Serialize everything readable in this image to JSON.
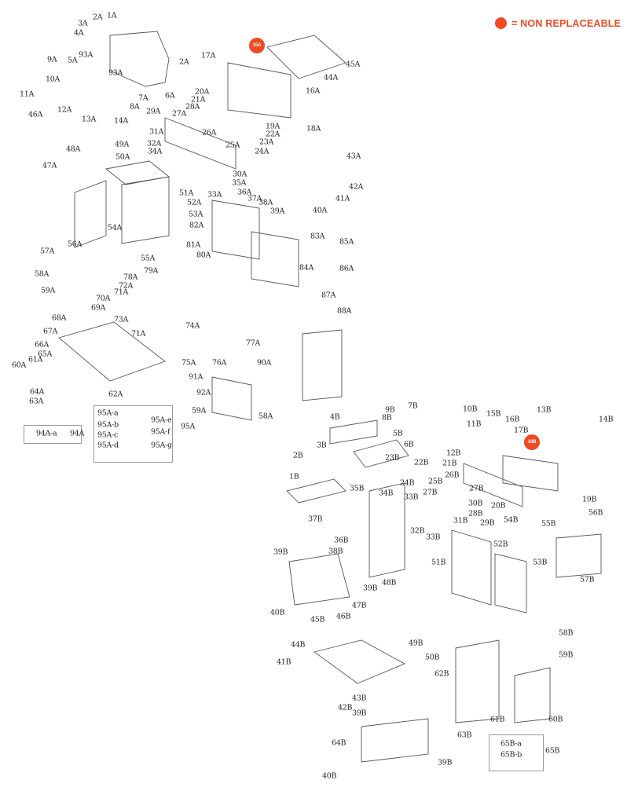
{
  "legend": {
    "text": "= NON REPLACEABLE",
    "color": "#f04a24"
  },
  "non_replaceable": [
    "15A",
    "18B"
  ],
  "labels": [
    "1A",
    "2A",
    "3A",
    "4A",
    "93A",
    "5A",
    "9A",
    "93A",
    "2A",
    "10A",
    "11A",
    "12A",
    "13A",
    "14A",
    "8A",
    "7A",
    "6A",
    "46A",
    "48A",
    "47A",
    "49A",
    "50A",
    "17A",
    "45A",
    "44A",
    "16A",
    "20A",
    "21A",
    "28A",
    "27A",
    "29A",
    "19A",
    "22A",
    "18A",
    "26A",
    "23A",
    "25A",
    "24A",
    "31A",
    "32A",
    "34A",
    "30A",
    "43A",
    "35A",
    "36A",
    "37A",
    "38A",
    "42A",
    "41A",
    "39A",
    "40A",
    "33A",
    "51A",
    "52A",
    "53A",
    "54A",
    "82A",
    "83A",
    "56A",
    "57A",
    "81A",
    "80A",
    "55A",
    "85A",
    "84A",
    "86A",
    "58A",
    "78A",
    "79A",
    "72A",
    "71A",
    "70A",
    "59A",
    "87A",
    "69A",
    "73A",
    "88A",
    "68A",
    "74A",
    "71A",
    "67A",
    "77A",
    "66A",
    "65A",
    "61A",
    "75A",
    "76A",
    "90A",
    "60A",
    "91A",
    "64A",
    "92A",
    "62A",
    "63A",
    "59A",
    "58A",
    "95A",
    "94A",
    "9B",
    "7B",
    "10B",
    "8B",
    "4B",
    "15B",
    "13B",
    "14B",
    "11B",
    "16B",
    "5B",
    "3B",
    "6B",
    "17B",
    "12B",
    "2B",
    "23B",
    "22B",
    "21B",
    "1B",
    "25B",
    "26B",
    "27B",
    "27B",
    "24B",
    "35B",
    "34B",
    "33B",
    "30B",
    "20B",
    "28B",
    "29B",
    "31B",
    "19B",
    "56B",
    "54B",
    "55B",
    "32B",
    "33B",
    "37B",
    "36B",
    "52B",
    "38B",
    "39B",
    "57B",
    "53B",
    "51B",
    "48B",
    "39B",
    "40B",
    "47B",
    "45B",
    "46B",
    "49B",
    "58B",
    "50B",
    "44B",
    "59B",
    "41B",
    "62B",
    "43B",
    "42B",
    "39B",
    "61B",
    "60B",
    "63B",
    "65B",
    "64B",
    "39B",
    "40B"
  ],
  "kit_94A": {
    "items": [
      "94A-a"
    ]
  },
  "kit_95A": {
    "items": [
      "95A-a",
      "95A-b",
      "95A-c",
      "95A-d",
      "95A-e",
      "95A-f",
      "95A-g"
    ]
  },
  "kit_65B": {
    "items": [
      "65B-a",
      "65B-b"
    ]
  }
}
